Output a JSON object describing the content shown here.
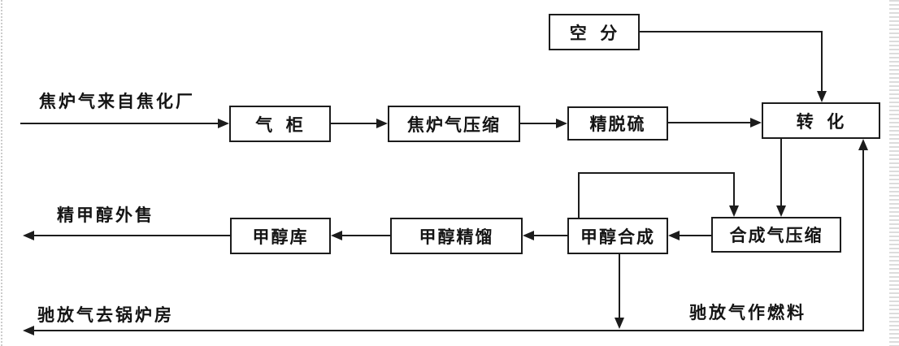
{
  "diagram": {
    "type": "process-flow-diagram",
    "subject": "coke oven gas to methanol process",
    "colors": {
      "line": "#1c1c1c",
      "background": "#ffffff",
      "page_edge_stripe": "#dcdcdc"
    },
    "nodes": {
      "air_separation": "空  分",
      "gas_holder": "气  柜",
      "coke_oven_gas_compression": "焦炉气压缩",
      "fine_desulfurization": "精脱硫",
      "conversion": "转  化",
      "methanol_storage": "甲醇库",
      "methanol_distillation": "甲醇精馏",
      "methanol_synthesis": "甲醇合成",
      "syngas_compression": "合成气压缩"
    },
    "annotations": {
      "input": "焦炉气来自焦化厂",
      "methanol_sale": "精甲醇外售",
      "purge_to_boiler": "驰放气去锅炉房",
      "purge_as_fuel": "驰放气作燃料"
    },
    "flows": [
      "input -> gas_holder",
      "gas_holder -> coke_oven_gas_compression",
      "coke_oven_gas_compression -> fine_desulfurization",
      "fine_desulfurization -> conversion",
      "air_separation -> conversion",
      "conversion -> syngas_compression",
      "syngas_compression -> methanol_synthesis",
      "methanol_synthesis -> syngas_compression (recycle loop)",
      "methanol_synthesis -> methanol_distillation",
      "methanol_distillation -> methanol_storage",
      "methanol_storage -> methanol_sale",
      "methanol_synthesis -> purge line",
      "purge line -> purge_to_boiler",
      "purge line (purge_as_fuel) -> conversion"
    ]
  }
}
